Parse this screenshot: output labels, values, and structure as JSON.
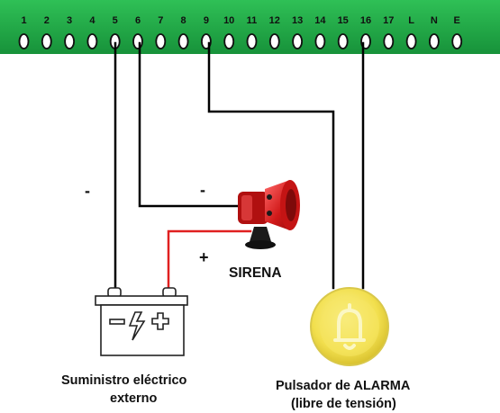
{
  "terminal_block": {
    "labels": [
      "1",
      "2",
      "3",
      "4",
      "5",
      "6",
      "7",
      "8",
      "9",
      "10",
      "11",
      "12",
      "13",
      "14",
      "15",
      "16",
      "17",
      "L",
      "N",
      "E"
    ],
    "color": "#1faa42"
  },
  "wires": {
    "battery_negative_sign": "-",
    "siren_negative_sign": "-",
    "siren_positive_sign": "+",
    "negative_color": "#000000",
    "positive_color": "#e02020"
  },
  "siren": {
    "label": "SIRENA",
    "color": "#d01818",
    "icon": "siren-icon"
  },
  "battery": {
    "caption_line1": "Suministro eléctrico",
    "caption_line2": "externo",
    "icon": "battery-icon"
  },
  "button": {
    "caption_line1": "Pulsador de ALARMA",
    "caption_line2": "(libre de tensión)",
    "color": "#f4e35a",
    "icon": "bell-icon"
  }
}
